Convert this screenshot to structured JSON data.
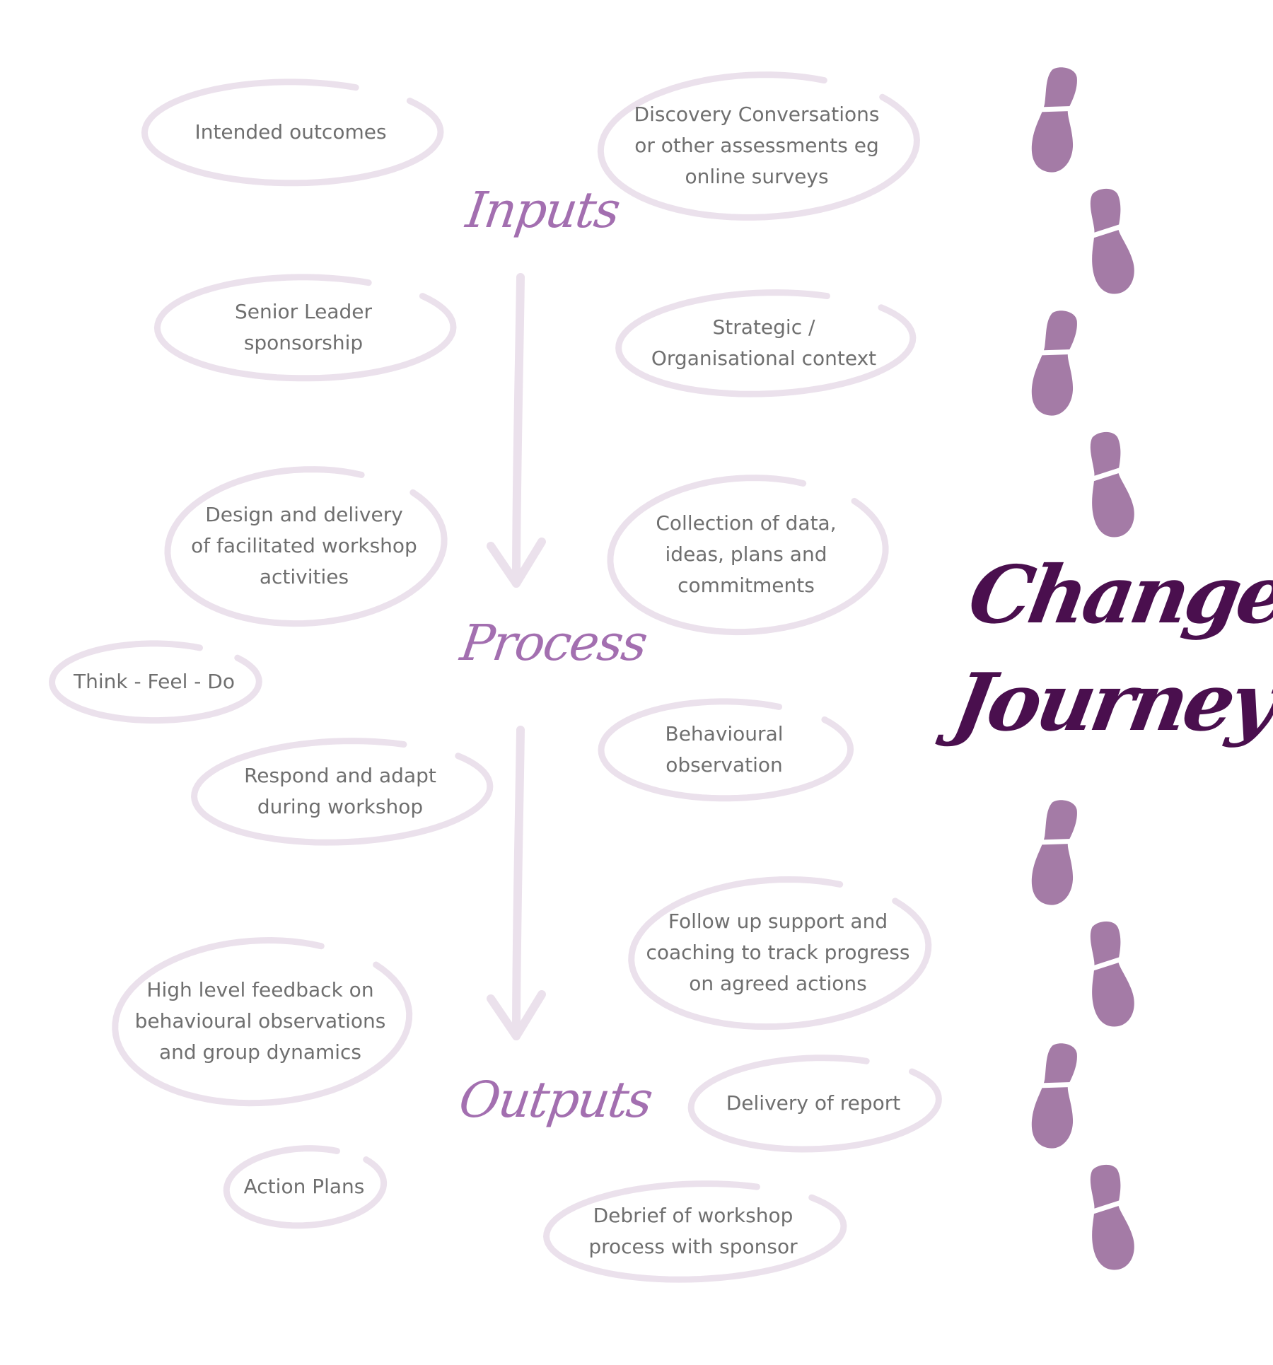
{
  "colors": {
    "oval_stroke": "#ebe1ec",
    "oval_text": "#6f6f6f",
    "arrow": "#ebe1ec",
    "stage_label": "#a36fb0",
    "footprint": "#a47ba6",
    "title": "#4a0f4e"
  },
  "stages": {
    "inputs": "Inputs",
    "process": "Process",
    "outputs": "Outputs"
  },
  "title": {
    "line1": "Change",
    "line2": "Journey"
  },
  "nodes": {
    "intended_outcomes": "Intended outcomes",
    "discovery": "Discovery Conversations\nor other assessments eg\nonline surveys",
    "senior_leader": "Senior Leader\nsponsorship",
    "strategic_context": "Strategic /\nOrganisational context",
    "design_delivery": "Design and delivery\nof facilitated workshop\nactivities",
    "collection_data": "Collection of data,\nideas, plans and\ncommitments",
    "think_feel_do": "Think - Feel - Do",
    "behavioural_observation": "Behavioural\nobservation",
    "respond_adapt": "Respond and adapt\nduring workshop",
    "follow_up": "Follow up support and\ncoaching to track progress\non agreed actions",
    "high_level_feedback": "High level feedback on\nbehavioural observations\nand group dynamics",
    "delivery_report": "Delivery of report",
    "action_plans": "Action Plans",
    "debrief": "Debrief of workshop\nprocess with sponsor"
  },
  "footprints_icon": "footprint-icon"
}
